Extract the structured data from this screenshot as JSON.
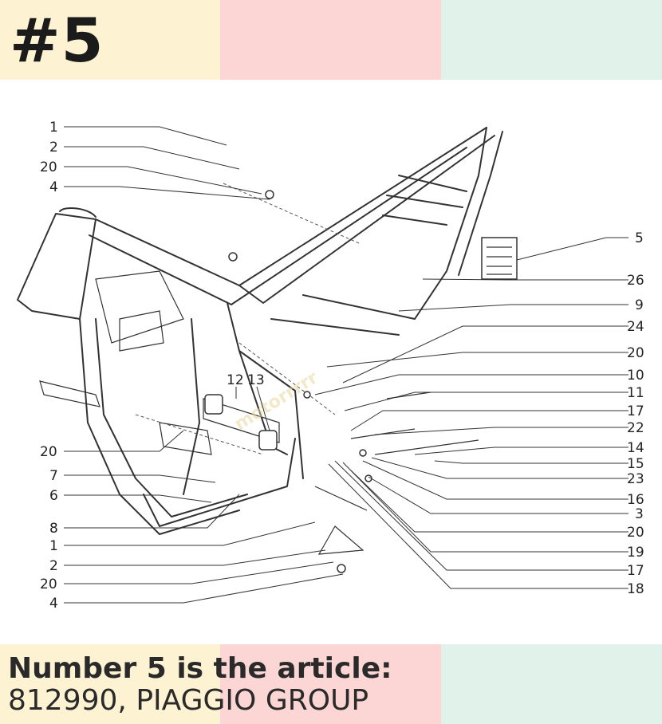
{
  "header": {
    "title": "#5",
    "colors": [
      "#fdf3d2",
      "#fbd6d4",
      "#e1f2eb"
    ]
  },
  "diagram": {
    "callouts_left": [
      "1",
      "2",
      "20",
      "4",
      "20",
      "7",
      "6",
      "8",
      "1",
      "2",
      "20",
      "4"
    ],
    "callouts_right": [
      "5",
      "26",
      "9",
      "24",
      "20",
      "10",
      "11",
      "17",
      "22",
      "14",
      "15",
      "23",
      "16",
      "3",
      "20",
      "19",
      "17",
      "18"
    ],
    "callouts_center": [
      "12",
      "13"
    ]
  },
  "caption": {
    "line1": "Number 5 is the article:",
    "line2": "812990, PIAGGIO GROUP"
  }
}
